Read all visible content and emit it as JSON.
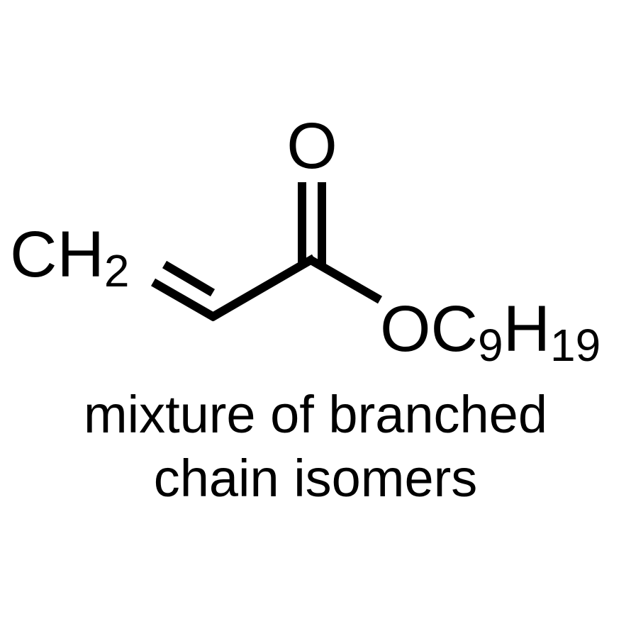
{
  "structure": {
    "vinyl_group": {
      "main": "CH",
      "sub": "2"
    },
    "carbonyl_oxygen": "O",
    "ester_group": {
      "o": "OC",
      "sub1": "9",
      "h": "H",
      "sub2": "19"
    },
    "bond_color": "#000000"
  },
  "caption": {
    "line1": "mixture of branched",
    "line2": "chain isomers"
  }
}
